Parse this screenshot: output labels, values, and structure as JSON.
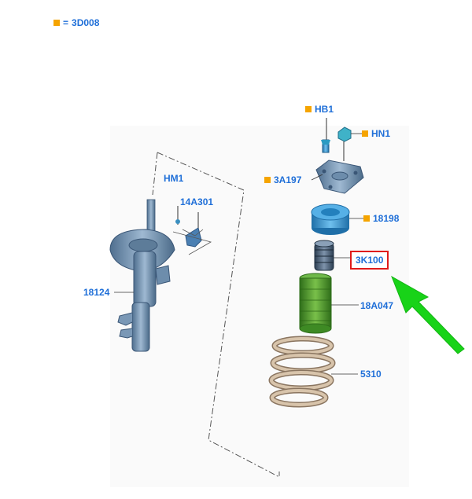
{
  "legend": {
    "symbol_color": "#f5a400",
    "equals": "=",
    "code": "3D008"
  },
  "callouts": {
    "HB1": "HB1",
    "HN1": "HN1",
    "3A197": "3A197",
    "18198": "18198",
    "3K100": "3K100",
    "18A047": "18A047",
    "5310": "5310",
    "HM1": "HM1",
    "14A301": "14A301",
    "18124": "18124"
  },
  "colors": {
    "label_blue": "#1f6fd8",
    "marker_orange": "#f5a400",
    "highlight_red": "#e01b1b",
    "arrow_green": "#18d318",
    "part_blue": "#3d8fc9",
    "part_green": "#4e9a2e",
    "spring_beige": "#c9b39a",
    "strut_gray": "#6a8aa8"
  },
  "icons": {
    "marker": "orange-square-icon",
    "pointer": "green-arrow-icon"
  }
}
